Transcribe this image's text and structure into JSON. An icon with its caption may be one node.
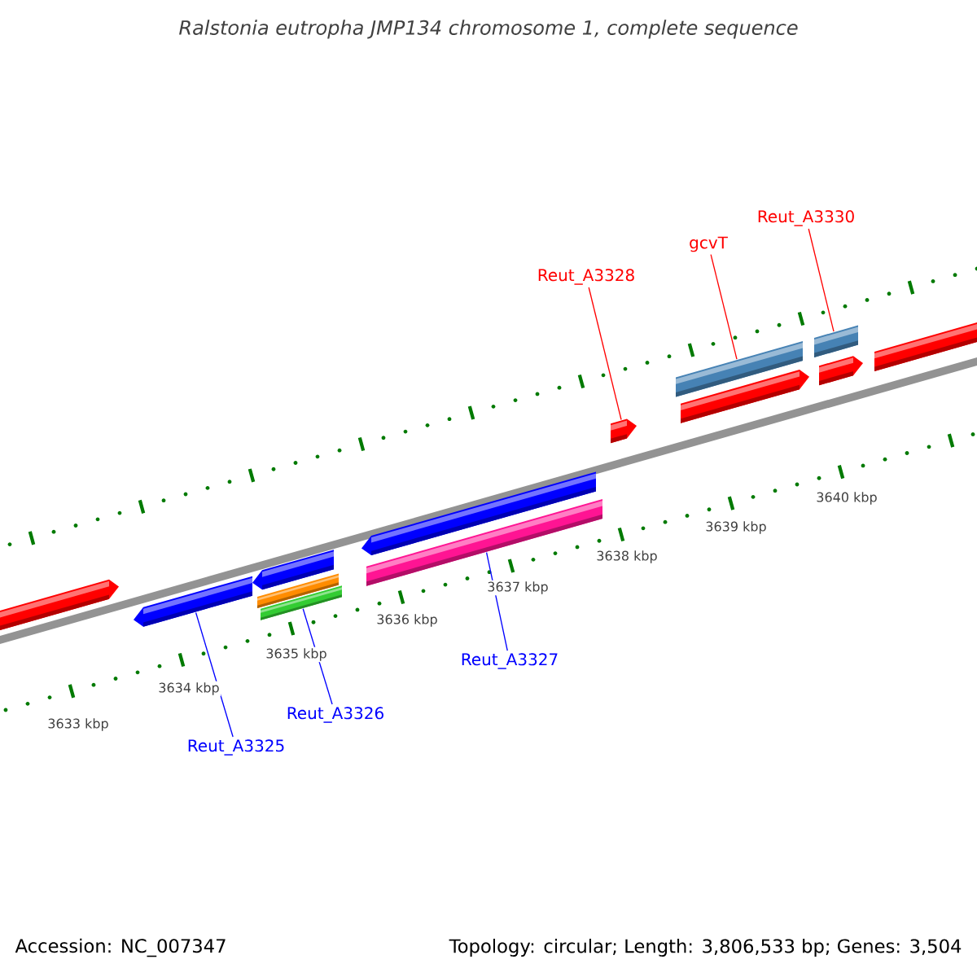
{
  "diagram": {
    "title": "Ralstonia eutropha JMP134 chromosome 1, complete sequence",
    "nodes": [
      {
        "text": [
          "Reut_A3328"
        ]
      },
      {
        "text": [],
        "shape": "bar"
      },
      {
        "text": [
          "gcvT"
        ]
      },
      {
        "text": [],
        "shape": "bar"
      },
      {
        "text": [
          "Reut_A3330"
        ]
      },
      {
        "text": [],
        "shape": "bar"
      },
      {
        "text": [
          "Reut_A3327"
        ]
      },
      {
        "text": [],
        "shape": "bar"
      },
      {
        "text": [
          "Reut_A3326"
        ]
      },
      {
        "text": [],
        "shape": "bar"
      },
      {
        "text": [
          "Reut_A3325"
        ]
      },
      {
        "text": [],
        "shape": "bar"
      },
      {
        "text": [],
        "shape": "bar"
      },
      {
        "text": [],
        "shape": "bar"
      },
      {
        "text": [],
        "shape": "bar"
      },
      {
        "text": [],
        "shape": "bar"
      },
      {
        "text": [],
        "shape": "bar"
      },
      {
        "text": [],
        "shape": "bar"
      },
      {
        "text": [],
        "shape": "bar"
      }
    ],
    "edges": [
      {
        "from": 0,
        "to": 1,
        "arrow": "none",
        "color": "#ff0000"
      },
      {
        "from": 2,
        "to": 3,
        "arrow": "none",
        "color": "#ff0000"
      },
      {
        "from": 4,
        "to": 5,
        "arrow": "none",
        "color": "#ff0000"
      },
      {
        "from": 6,
        "to": 7,
        "arrow": "none",
        "color": "#0000ff"
      },
      {
        "from": 8,
        "to": 9,
        "arrow": "none",
        "color": "#0000ff"
      },
      {
        "from": 10,
        "to": 11,
        "arrow": "none",
        "color": "#0000ff"
      }
    ],
    "labels": [
      "3640 kbp",
      "3639 kbp",
      "3638 kbp",
      "3637 kbp",
      "3636 kbp",
      "3635 kbp",
      "3634 kbp",
      "3633 kbp",
      "Accession: NC_007347",
      "Topology: circular; Length: 3,806,533 bp; Genes: 3,504"
    ]
  }
}
